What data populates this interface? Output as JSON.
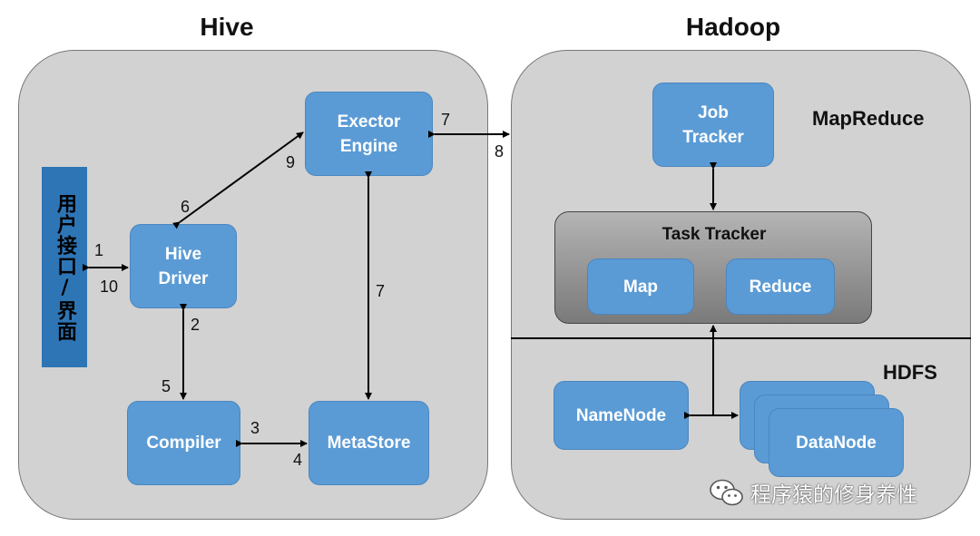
{
  "titles": {
    "hive": "Hive",
    "hadoop": "Hadoop"
  },
  "hive": {
    "user_interface": "用户接口/界面",
    "hive_driver": "Hive\nDriver",
    "exector_engine": "Exector\nEngine",
    "compiler": "Compiler",
    "metastore": "MetaStore",
    "steps": {
      "s1": "1",
      "s10": "10",
      "s2": "2",
      "s5": "5",
      "s3": "3",
      "s4": "4",
      "s6": "6",
      "s9": "9",
      "s7_engine_meta": "7"
    }
  },
  "link": {
    "s7": "7",
    "s8": "8"
  },
  "hadoop": {
    "mapreduce_label": "MapReduce",
    "job_tracker": "Job\nTracker",
    "task_tracker": "Task Tracker",
    "map": "Map",
    "reduce": "Reduce",
    "hdfs_label": "HDFS",
    "namenode": "NameNode",
    "datanode": "DataNode"
  },
  "watermark": {
    "text": "程序猿的修身养性",
    "icon": "wechat-icon"
  },
  "colors": {
    "panel": "#d2d2d2",
    "box": "#5b9bd5",
    "ui_bar": "#2e75b6",
    "task_tracker_top": "#b4b4b4",
    "task_tracker_bottom": "#7a7a7a"
  }
}
